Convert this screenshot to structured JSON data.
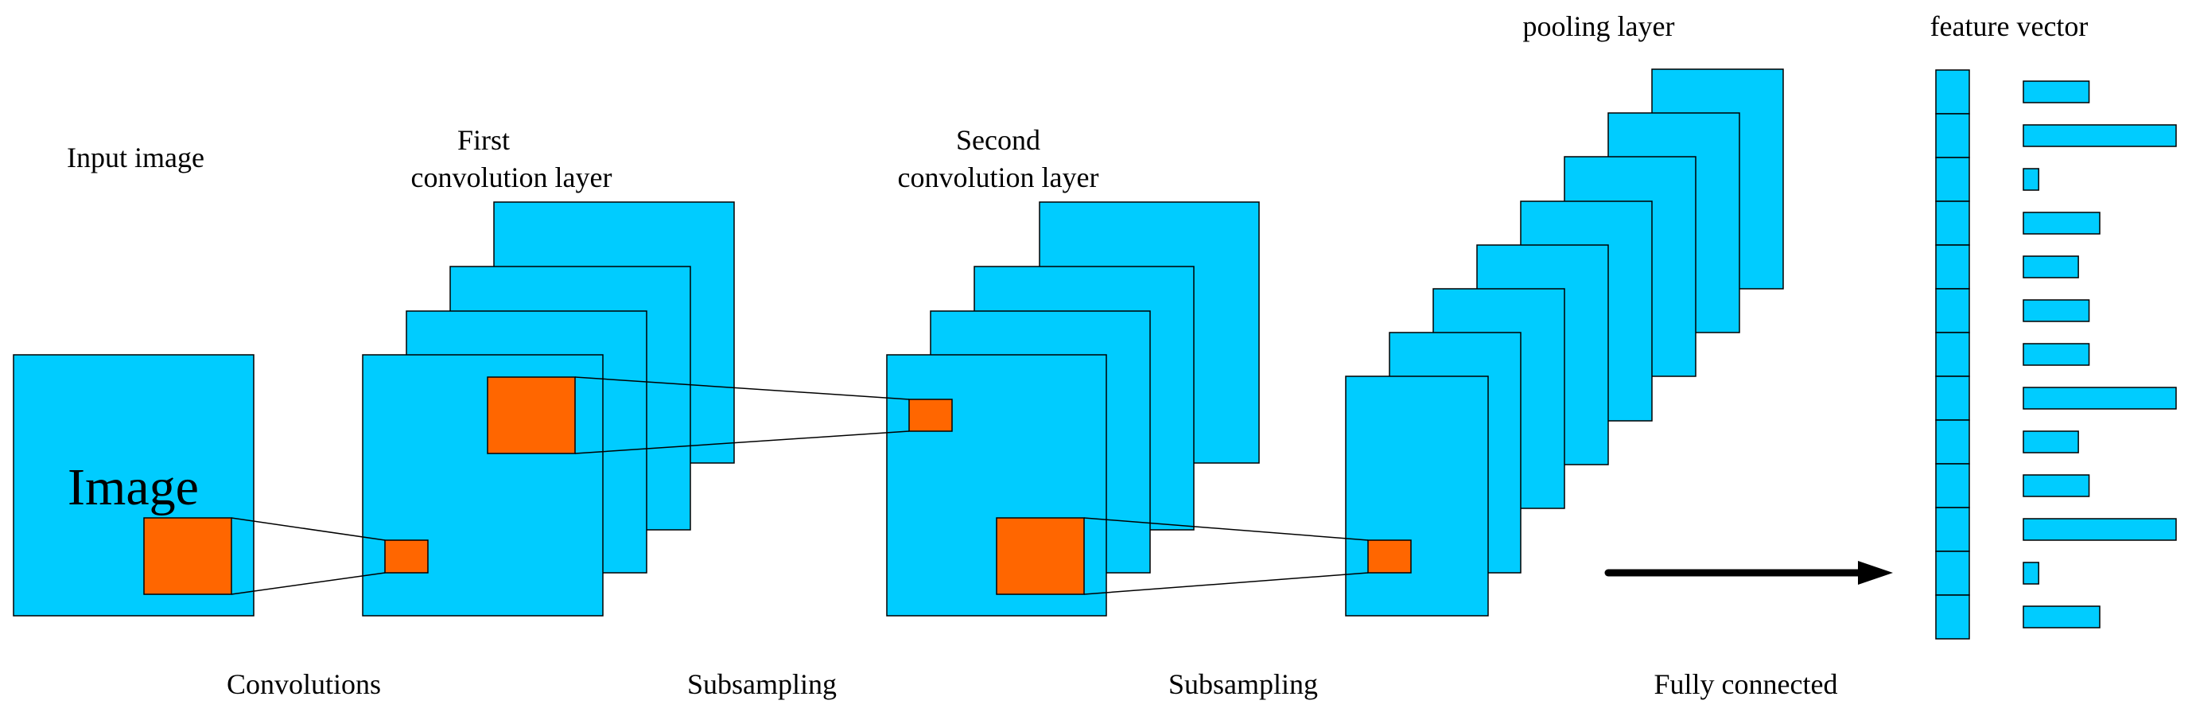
{
  "labels": {
    "input_image": "Input image",
    "first_conv_line1": "First",
    "first_conv_line2": "convolution layer",
    "second_conv_line1": "Second",
    "second_conv_line2": "convolution layer",
    "pooling_layer": "pooling layer",
    "feature_vector": "feature vector",
    "image": "Image",
    "convolutions": "Convolutions",
    "subsampling_1": "Subsampling",
    "subsampling_2": "Subsampling",
    "fully_connected": "Fully connected"
  },
  "colors": {
    "map_fill": "#00CCFF",
    "patch_fill": "#FF6600",
    "stroke": "#000000",
    "arrow": "#000000"
  },
  "feature_vector_bars": [
    0.43,
    1.0,
    0.1,
    0.5,
    0.36,
    0.43,
    0.43,
    1.0,
    0.36,
    0.43,
    1.0,
    0.1,
    0.5
  ]
}
